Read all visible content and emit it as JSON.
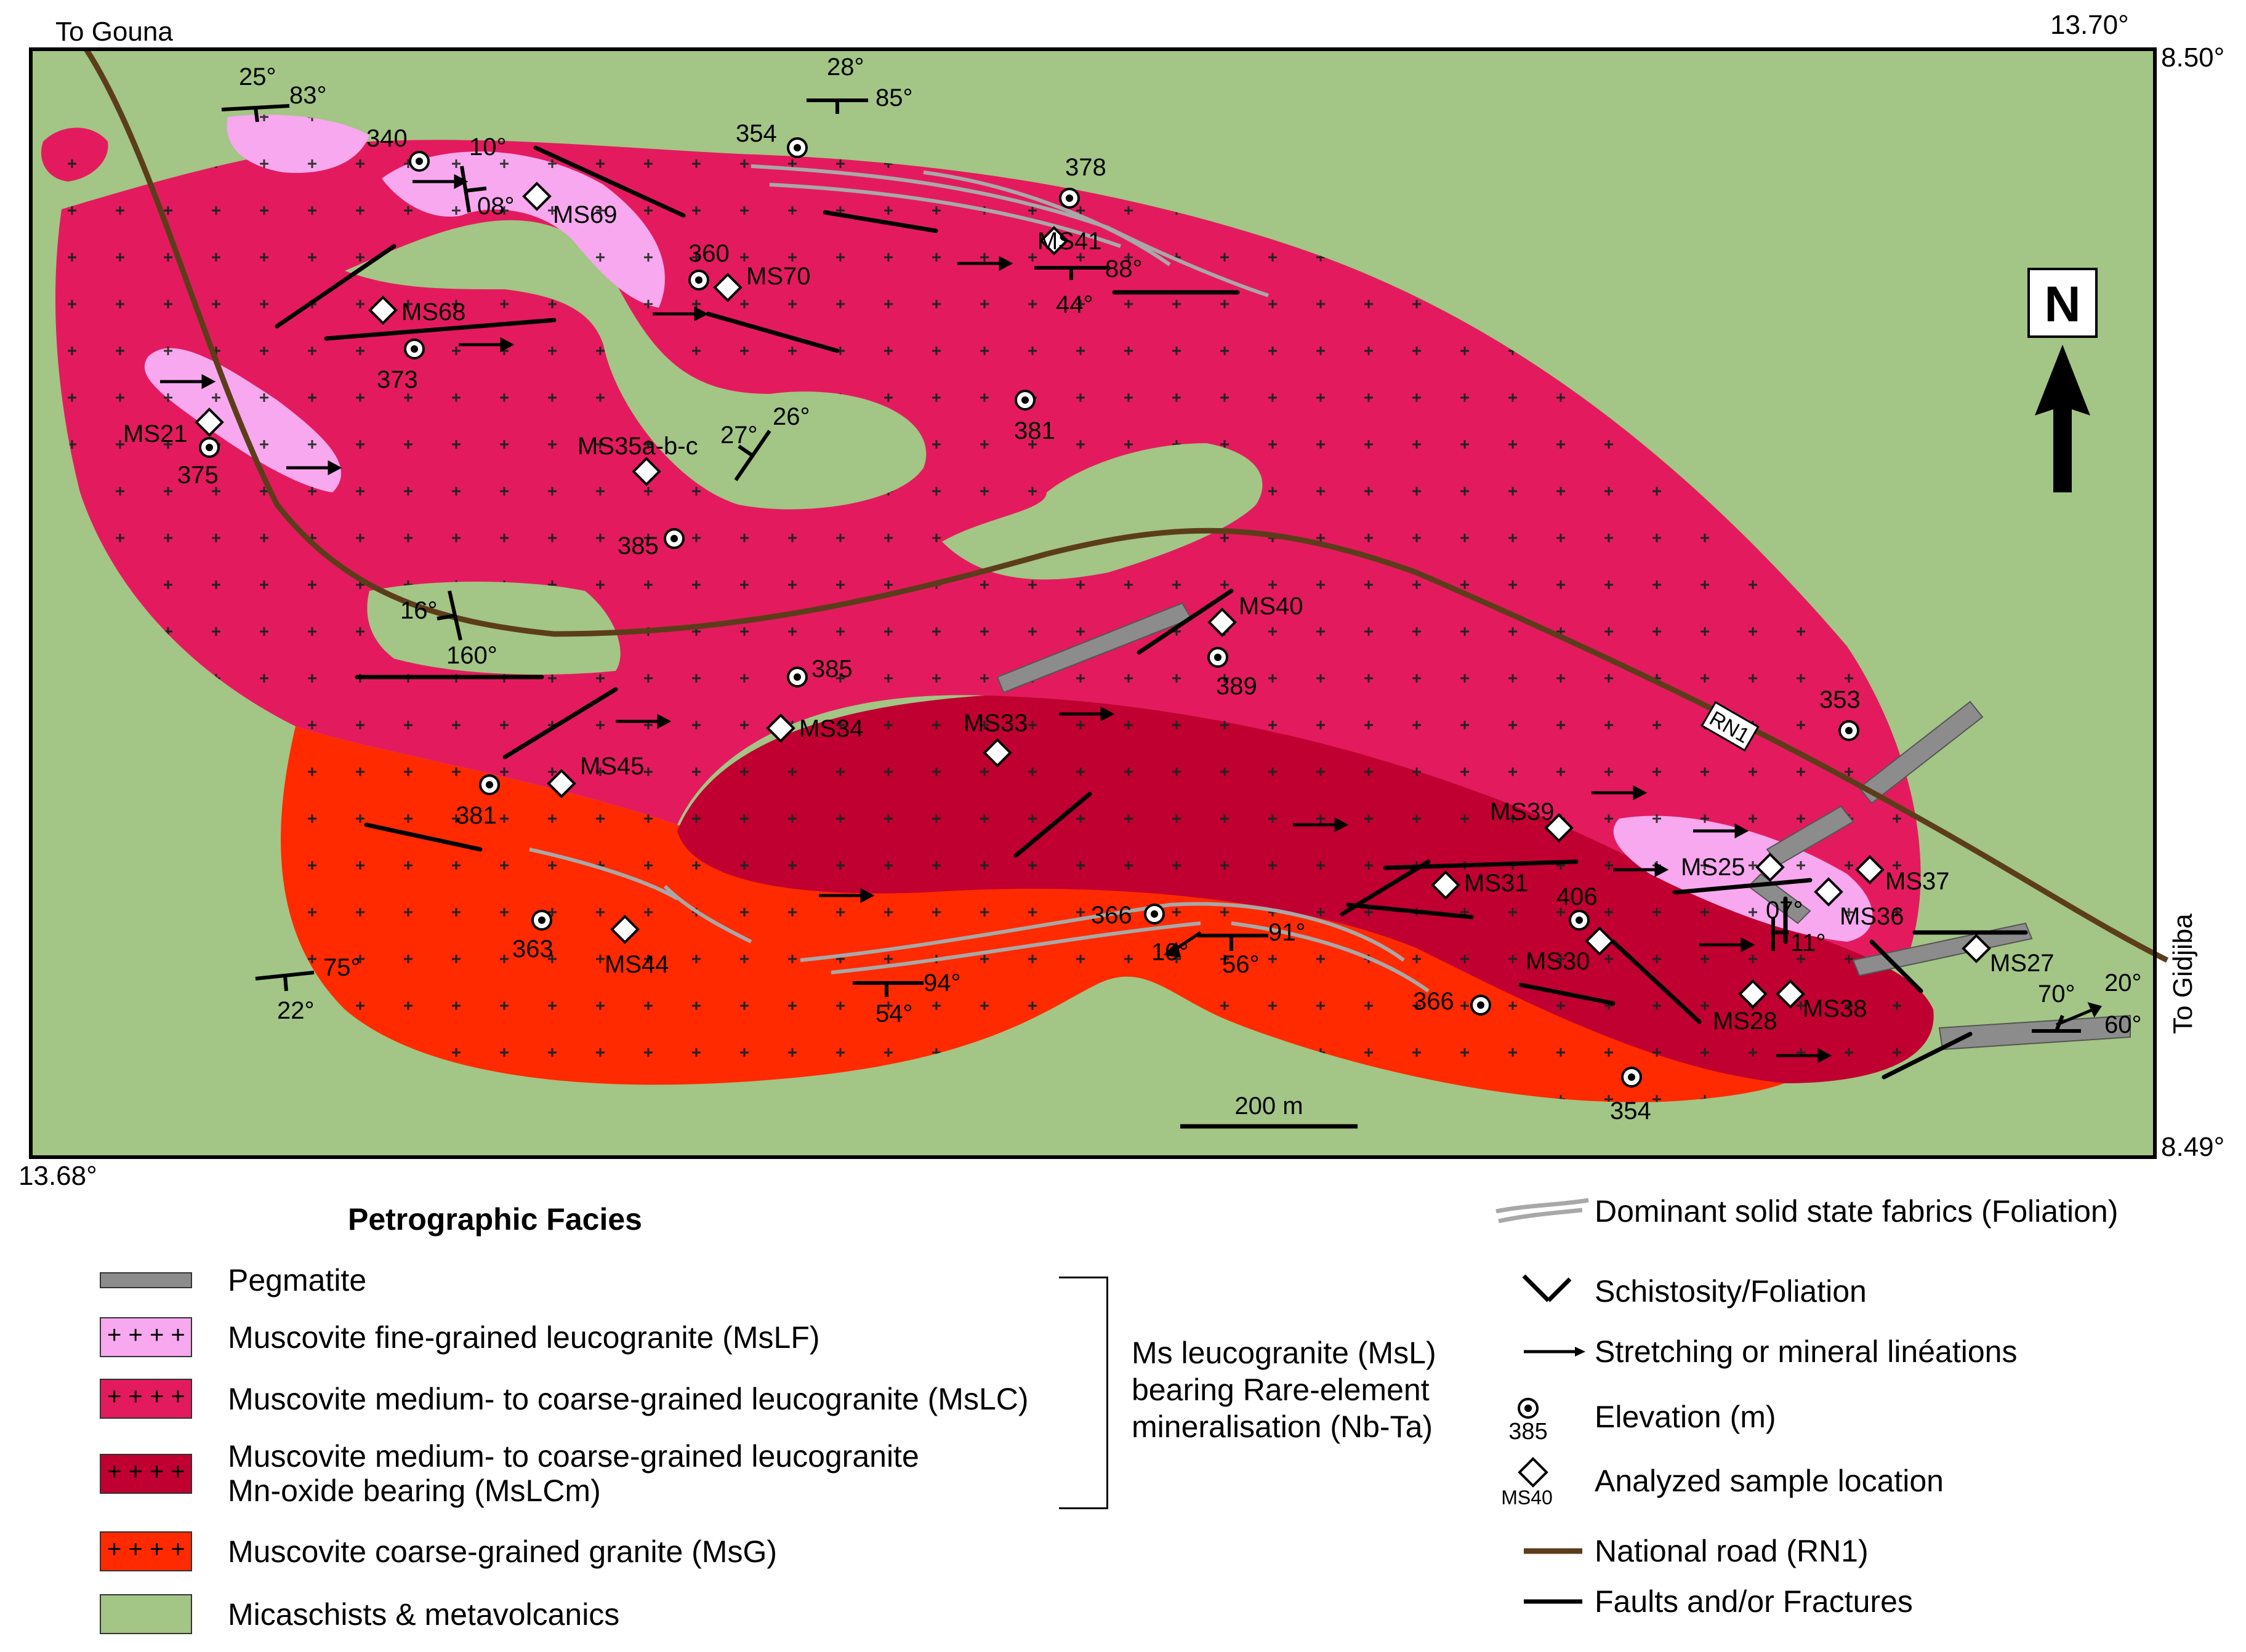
{
  "corner_labels": {
    "to_gouna": "To Gouna",
    "lon_top_right": "13.70°",
    "lat_top_right": "8.50°",
    "lon_bottom_left": "13.68°",
    "lat_bottom_right": "8.49°",
    "to_gidjiba": "To Gidjiba"
  },
  "north_arrow": "N",
  "scale_bar": "200 m",
  "road_label": "RN1",
  "elevations": [
    "340",
    "354",
    "378",
    "360",
    "373",
    "375",
    "381",
    "385",
    "385",
    "389",
    "381",
    "363",
    "366",
    "366",
    "354",
    "353",
    "406"
  ],
  "samples": [
    "MS69",
    "MS41",
    "MS70",
    "MS68",
    "MS21",
    "MS35a-b-c",
    "MS40",
    "MS34",
    "MS33",
    "MS45",
    "MS44",
    "MS39",
    "MS31",
    "MS25",
    "MS37",
    "MS36",
    "MS30",
    "MS28",
    "MS38",
    "MS27"
  ],
  "structure_labels": [
    "25°",
    "83°",
    "28°",
    "85°",
    "10°",
    "08°",
    "88°",
    "44°",
    "27°",
    "26°",
    "16°",
    "160°",
    "75°",
    "22°",
    "94°",
    "54°",
    "91°",
    "10°",
    "56°",
    "07°",
    "11°",
    "70°",
    "20°",
    "60°"
  ],
  "legend": {
    "title": "Petrographic Facies",
    "facies": [
      {
        "label": "Pegmatite",
        "color": "#8c8c8c"
      },
      {
        "label": "Muscovite fine-grained leucogranite (MsLF)",
        "color": "#f7a8ef"
      },
      {
        "label": "Muscovite medium- to coarse-grained leucogranite (MsLC)",
        "color": "#e31b5e"
      },
      {
        "label": "Muscovite medium- to coarse-grained leucogranite",
        "label2": "Mn-oxide bearing (MsLCm)",
        "color": "#c00030"
      },
      {
        "label": "Muscovite coarse-grained granite (MsG)",
        "color": "#ff2a00"
      },
      {
        "label": "Micaschists & metavolcanics",
        "color": "#a3c585"
      }
    ],
    "bracket_text_1": "Ms leucogranite (MsL)",
    "bracket_text_2": "bearing Rare-element",
    "bracket_text_3": "mineralisation (Nb-Ta)",
    "symbols": [
      {
        "label": "Dominant solid state fabrics (Foliation)"
      },
      {
        "label": "Schistosity/Foliation"
      },
      {
        "label": "Stretching or mineral linéations"
      },
      {
        "label": "Elevation (m)",
        "sub": "385"
      },
      {
        "label": "Analyzed sample location",
        "sub": "MS40"
      },
      {
        "label": "National road (RN1)",
        "color": "#5c3d1a"
      },
      {
        "label": "Faults and/or Fractures"
      }
    ]
  }
}
